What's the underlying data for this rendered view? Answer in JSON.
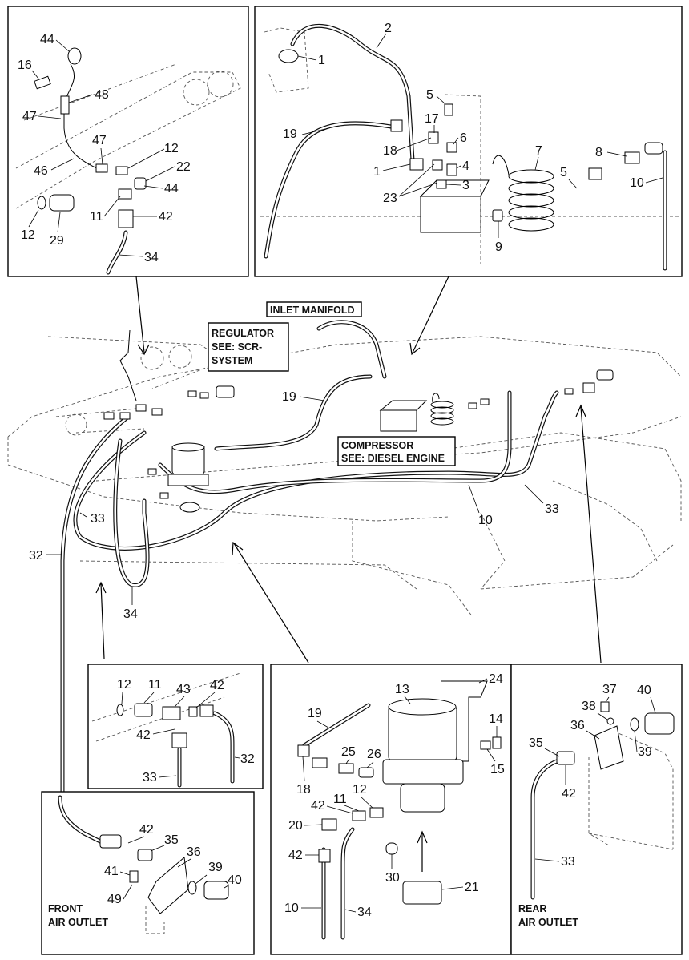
{
  "captions": {
    "inlet_manifold": "INLET MANIFOLD",
    "regulator": [
      "REGULATOR",
      "SEE: SCR-",
      "SYSTEM"
    ],
    "compressor": [
      "COMPRESSOR",
      "SEE: DIESEL ENGINE"
    ],
    "front_outlet": [
      "FRONT",
      "AIR OUTLET"
    ],
    "rear_outlet": [
      "REAR",
      "AIR OUTLET"
    ]
  },
  "callouts": {
    "top_left": [
      "44",
      "16",
      "48",
      "47",
      "47",
      "12",
      "22",
      "46",
      "44",
      "11",
      "42",
      "12",
      "29",
      "34"
    ],
    "top_right": [
      "2",
      "1",
      "5",
      "19",
      "17",
      "6",
      "18",
      "1",
      "4",
      "3",
      "23",
      "7",
      "8",
      "5",
      "10",
      "9"
    ],
    "main": [
      "19",
      "33",
      "10",
      "33",
      "32",
      "34"
    ],
    "mid_left": [
      "12",
      "11",
      "43",
      "42",
      "42",
      "33",
      "32"
    ],
    "bottom_center": [
      "13",
      "24",
      "19",
      "25",
      "26",
      "14",
      "15",
      "18",
      "42",
      "11",
      "12",
      "20",
      "42",
      "30",
      "21",
      "10",
      "34"
    ],
    "bottom_right": [
      "37",
      "40",
      "38",
      "36",
      "35",
      "39",
      "42",
      "33"
    ],
    "bottom_left": [
      "42",
      "35",
      "36",
      "41",
      "39",
      "40",
      "49"
    ]
  }
}
